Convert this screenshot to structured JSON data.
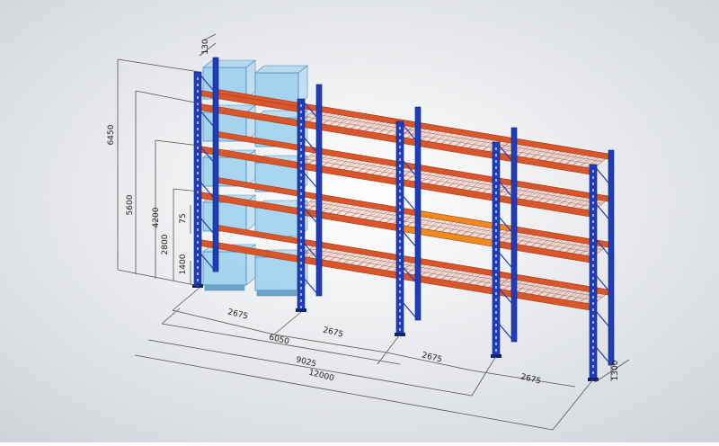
{
  "colors": {
    "background_light": "#ffffff",
    "background_dark": "#cfd3d9",
    "upright_blue": "#1f3db8",
    "upright_edge": "#0f2170",
    "beam_orange": "#d9562a",
    "beam_edge": "#9c3114",
    "mesh": "#b5614a",
    "bin_fill": "#8ec9ec",
    "bin_edge": "#4a8fc0",
    "dimension_line": "#555555",
    "highlight_beam": "#f08a1c"
  },
  "dimensions": {
    "total_height": "6450",
    "h_5600": "5600",
    "h_4200": "4200",
    "h_2800": "2800",
    "h_1400": "1400",
    "h_75": "75",
    "top_depth": "130",
    "bay_1": "2675",
    "bay_2": "2675",
    "bay_3": "2675",
    "bay_4": "2675",
    "cum_6050": "6050",
    "cum_9025": "9025",
    "total_length": "12000",
    "frame_depth": "1300"
  }
}
